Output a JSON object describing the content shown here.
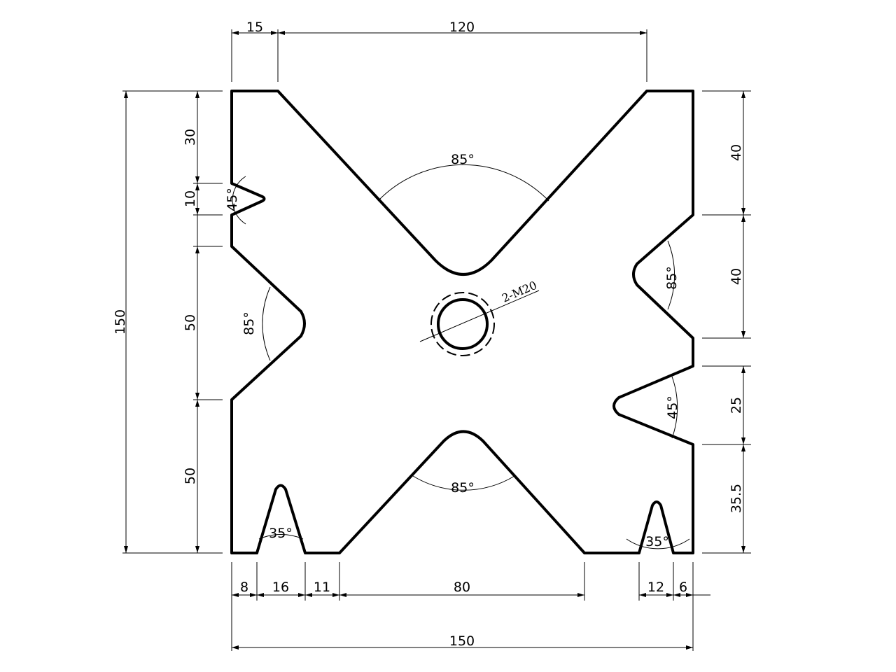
{
  "drawing": {
    "top_dims": [
      "15",
      "120"
    ],
    "left_dims": [
      "30",
      "10",
      "50",
      "50"
    ],
    "overall_height": "150",
    "right_dims": [
      "40",
      "40",
      "25",
      "35.5"
    ],
    "bottom_dims": [
      "8",
      "16",
      "11",
      "80",
      "12",
      "6"
    ],
    "overall_width": "150",
    "angles": {
      "top_v": "85°",
      "left_small": "45°",
      "left_large": "85°",
      "right_upper": "85°",
      "right_lower": "45°",
      "bottom_v": "85°",
      "bottom_left": "35°",
      "bottom_right": "35°"
    },
    "hole_note": "2-M20"
  },
  "colors": {
    "line": "#000000",
    "background": "#ffffff"
  }
}
